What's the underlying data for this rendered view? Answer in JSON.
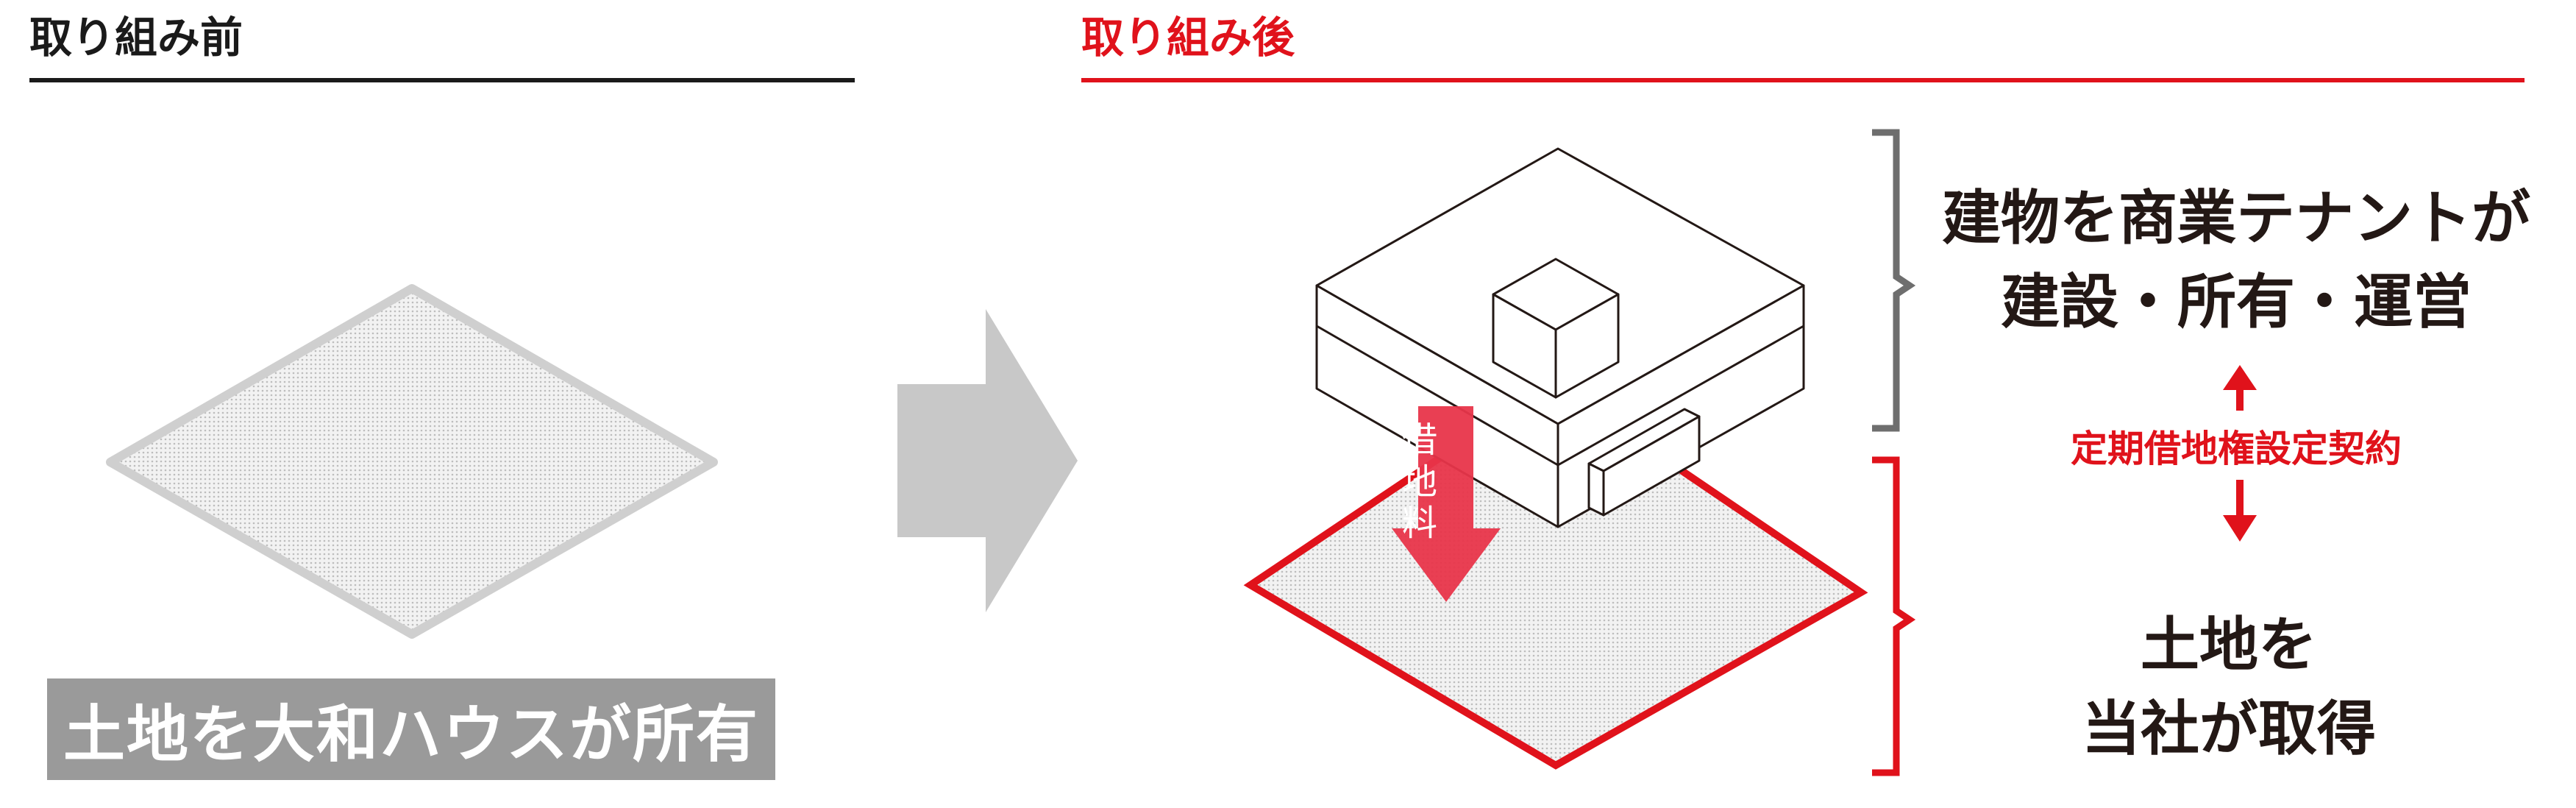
{
  "before": {
    "title": "取り組み前",
    "caption": "土地を大和ハウスが所有"
  },
  "after": {
    "title": "取り組み後",
    "building_line1": "建物を商業テナントが",
    "building_line2": "建設・所有・運営",
    "contract": "定期借地権設定契約",
    "land_line1": "土地を",
    "land_line2": "当社が取得",
    "rent_chars": [
      "借",
      "地",
      "料"
    ]
  },
  "colors": {
    "accent_red": "#e0121b",
    "gray_arrow": "#c8c8c8",
    "caption_bg": "#9a9a9a",
    "dark_text": "#231815"
  }
}
